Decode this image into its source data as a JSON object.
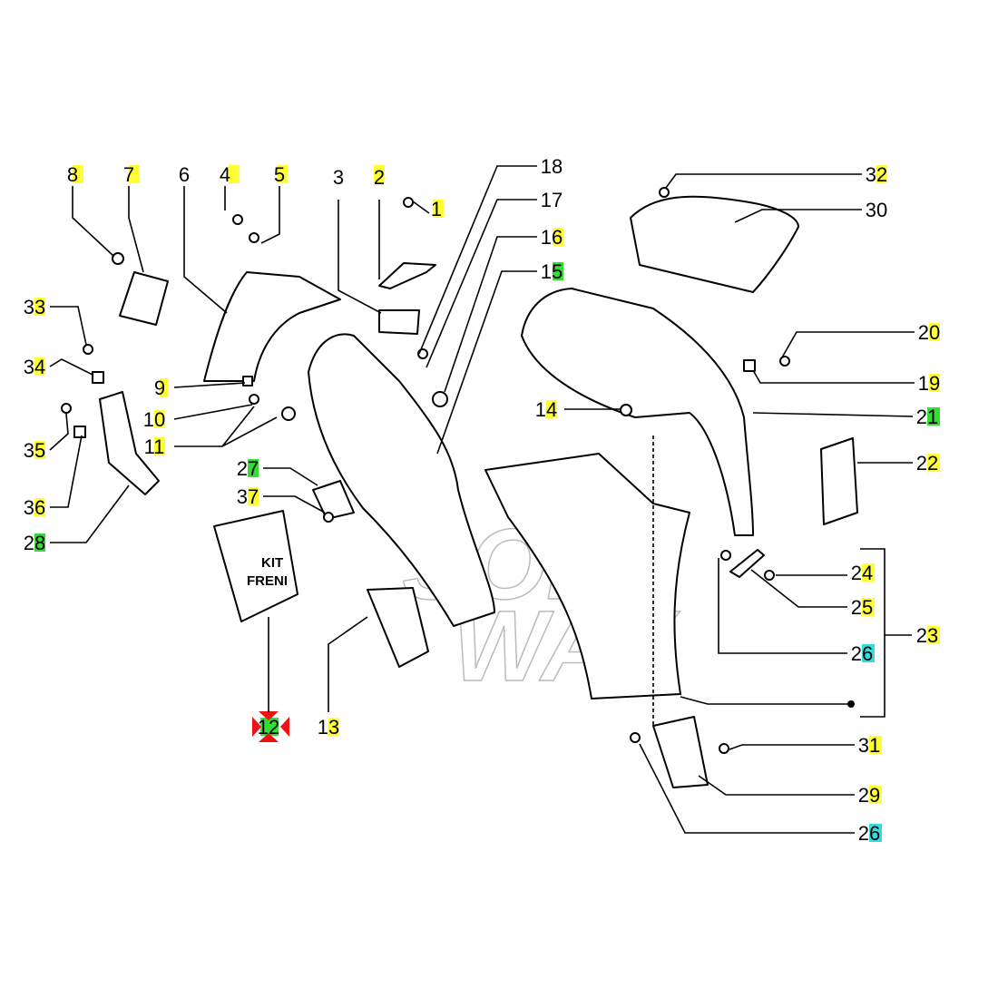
{
  "watermark": {
    "line1": "SOFT",
    "line2": "WAY"
  },
  "kit_text": {
    "line1": "KIT",
    "line2": "FRENI"
  },
  "highlight_colors": {
    "yellow": "#ffff33",
    "green": "#33dd33",
    "cyan": "#33dddd",
    "marker": "#ee1111"
  },
  "labels": {
    "l1": "1",
    "l2": "2",
    "l3": "3",
    "l4": "4",
    "l5": "5",
    "l6": "6",
    "l7": "7",
    "l8": "8",
    "l9": "9",
    "l10": "10",
    "l11": "11",
    "l12": "12",
    "l13": "13",
    "l14": "14",
    "l15": "15",
    "l16": "16",
    "l17": "17",
    "l18": "18",
    "l19": "19",
    "l20": "20",
    "l21": "21",
    "l22": "22",
    "l23": "23",
    "l24": "24",
    "l25": "25",
    "l26a": "26",
    "l26b": "26",
    "l27": "27",
    "l28": "28",
    "l29": "29",
    "l30": "30",
    "l31": "31",
    "l32": "32",
    "l33": "33",
    "l34": "34",
    "l35": "35",
    "l36": "36",
    "l37": "37"
  }
}
